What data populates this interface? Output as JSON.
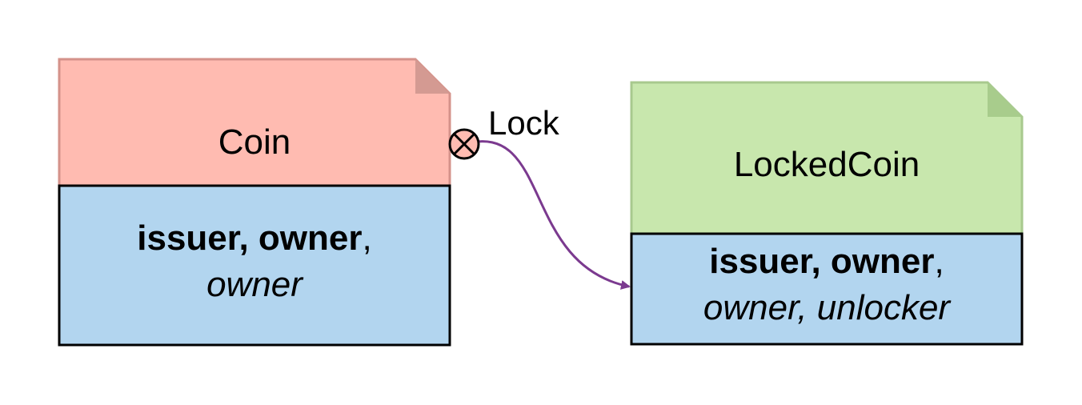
{
  "colors": {
    "coin_header_fill": "#ffbbb1",
    "coin_header_stroke": "#d4928a",
    "coin_fold": "#d49a92",
    "locked_header_fill": "#c8e7ad",
    "locked_header_stroke": "#a8c98e",
    "locked_fold": "#a8cc8c",
    "body_fill": "#b2d5ef",
    "arrow": "#7b3a8f"
  },
  "coin": {
    "title": "Coin",
    "fields_bold": "issuer, owner",
    "fields_sep": ",",
    "fields_italic": "owner"
  },
  "locked_coin": {
    "title": "LockedCoin",
    "fields_bold": "issuer, owner",
    "fields_sep": ",",
    "fields_italic": "owner, unlocker"
  },
  "transition": {
    "label": "Lock"
  }
}
